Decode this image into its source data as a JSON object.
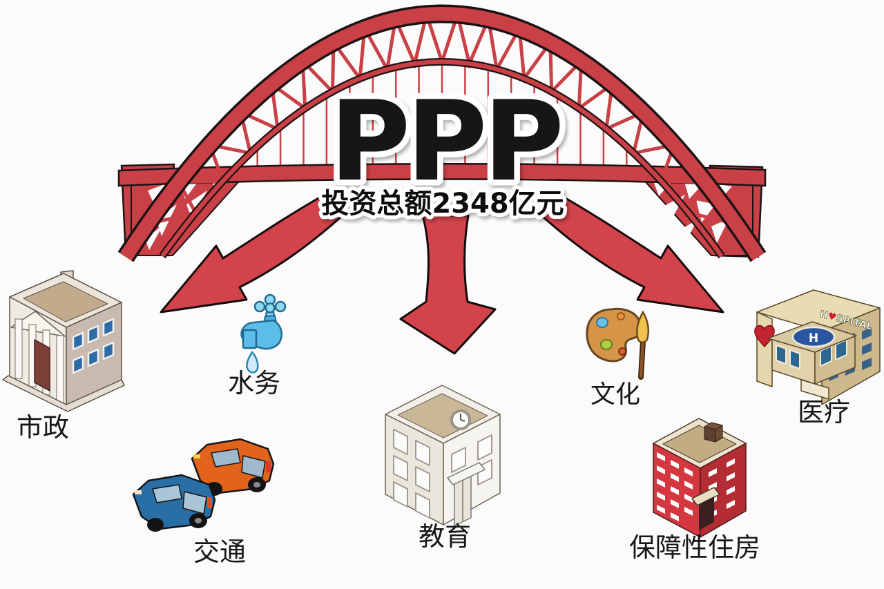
{
  "title": "PPP",
  "subtitle": "投资总额2348亿元",
  "colors": {
    "bridge_red": "#c94046",
    "arrow_red": "#d2434b",
    "outline_black": "#1c1214",
    "text_black": "#161616",
    "background": "#fbfbfb"
  },
  "sectors": [
    {
      "id": "municipal",
      "label": "市政",
      "icon": "government-building-icon"
    },
    {
      "id": "water",
      "label": "水务",
      "icon": "water-faucet-icon"
    },
    {
      "id": "transport",
      "label": "交通",
      "icon": "cars-icon"
    },
    {
      "id": "education",
      "label": "教育",
      "icon": "school-building-icon"
    },
    {
      "id": "culture",
      "label": "文化",
      "icon": "paint-palette-brush-icon"
    },
    {
      "id": "housing",
      "label": "保障性住房",
      "icon": "apartment-building-icon"
    },
    {
      "id": "medical",
      "label": "医疗",
      "icon": "hospital-building-icon"
    }
  ],
  "hospital": {
    "sign_left": "H",
    "sign_heart": "♥",
    "sign_right": "SPITAL",
    "helipad_letter": "H"
  }
}
